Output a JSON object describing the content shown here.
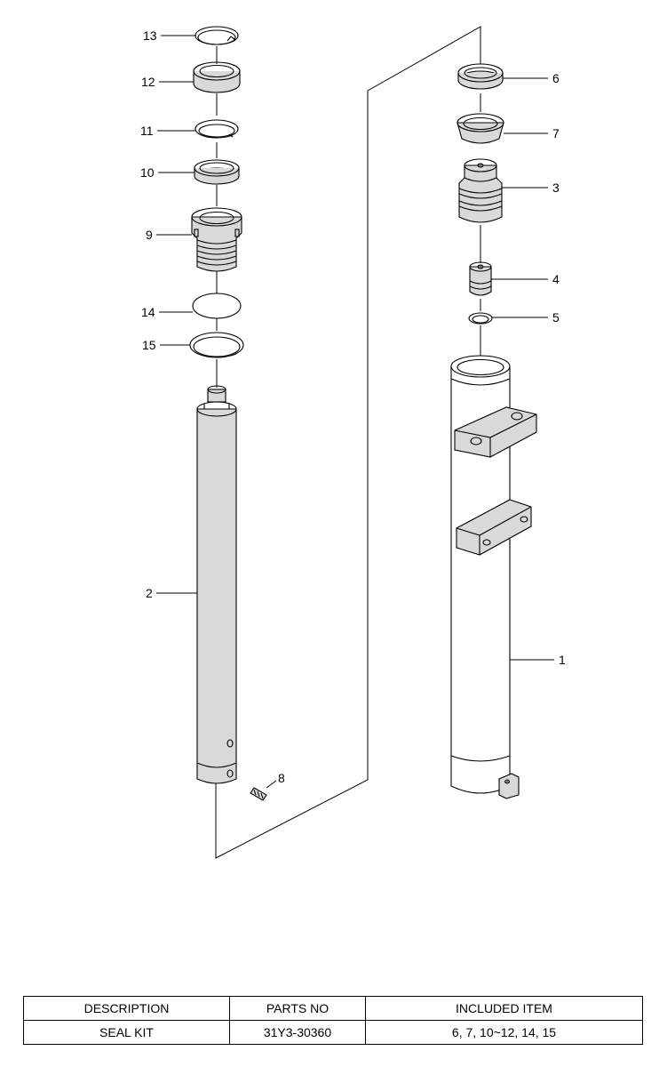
{
  "callouts": {
    "n1": "1",
    "n2": "2",
    "n3": "3",
    "n4": "4",
    "n5": "5",
    "n6": "6",
    "n7": "7",
    "n8": "8",
    "n9": "9",
    "n10": "10",
    "n11": "11",
    "n12": "12",
    "n13": "13",
    "n14": "14",
    "n15": "15"
  },
  "table": {
    "headers": [
      "DESCRIPTION",
      "PARTS NO",
      "INCLUDED ITEM"
    ],
    "row": [
      "SEAL KIT",
      "31Y3-30360",
      "6, 7, 10~12, 14, 15"
    ]
  }
}
